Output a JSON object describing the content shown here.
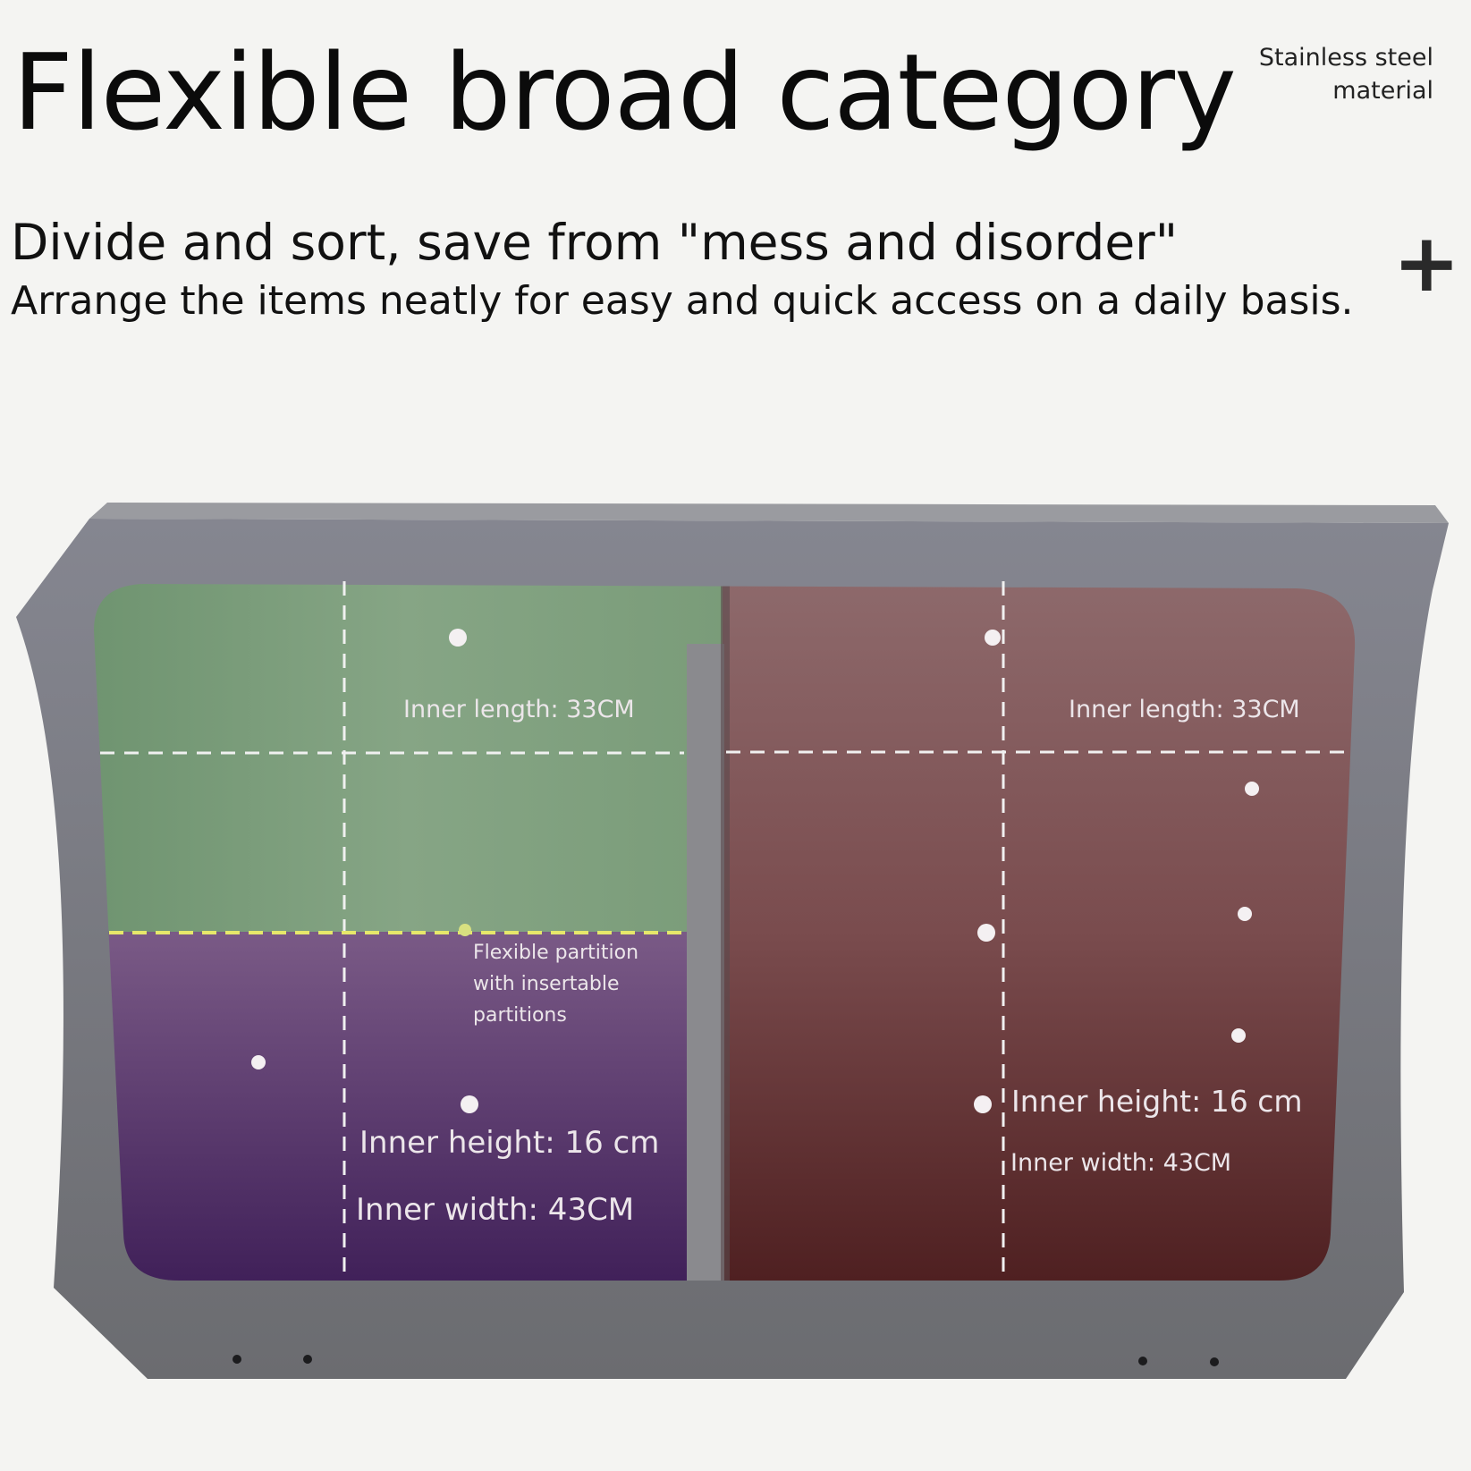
{
  "heading": {
    "title": "Flexible broad category",
    "badge_line1": "Stainless steel",
    "badge_line2": "material",
    "subtitle": "Divide and sort, save from \"mess and disorder\"",
    "description": "Arrange the items neatly for easy and quick access on a daily basis.",
    "plus_icon": "+"
  },
  "colors": {
    "frame": "#7a7b80",
    "green_zone": "#7f9f7f",
    "purple_zone": "#5a3a70",
    "brown_zone": "#6e3c3c",
    "partition_line": "#e6e86a"
  },
  "left_compartment": {
    "inner_length": "Inner length: 33CM",
    "partition_note_line1": "Flexible partition",
    "partition_note_line2": "with insertable",
    "partition_note_line3": "partitions",
    "inner_height": "Inner height: 16 cm",
    "inner_width": "Inner width: 43CM"
  },
  "right_compartment": {
    "inner_length": "Inner length: 33CM",
    "inner_height": "Inner height: 16 cm",
    "inner_width": "Inner width: 43CM"
  }
}
